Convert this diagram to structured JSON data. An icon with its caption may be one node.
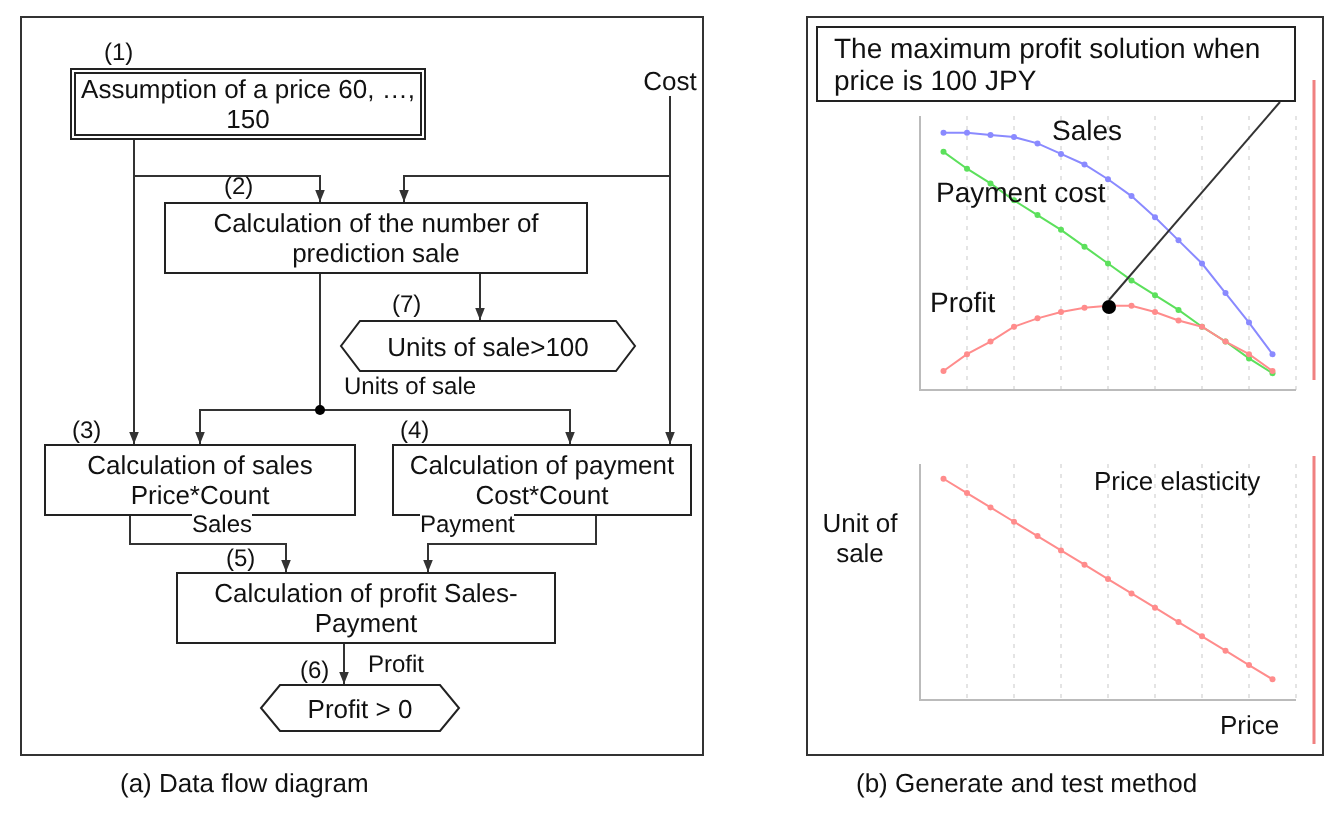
{
  "diagram": {
    "nodes": [
      {
        "text": [
          "Assumption of a price 60, …, 150"
        ],
        "beside": [
          "(1)"
        ]
      },
      {
        "text": [
          "Cost"
        ]
      },
      {
        "text": [
          "Calculation of the number of prediction sale"
        ],
        "beside": [
          "(2)"
        ]
      },
      {
        "text": [
          "Units of sale>100"
        ],
        "beside": [
          "(7)"
        ]
      },
      {
        "text": [
          "Calculation of sales Price*Count"
        ],
        "beside": [
          "(3)"
        ]
      },
      {
        "text": [
          "Calculation of payment Cost*Count"
        ],
        "beside": [
          "(4)"
        ]
      },
      {
        "text": [
          "Calculation of profit Sales-Payment"
        ],
        "beside": [
          "(5)"
        ]
      },
      {
        "text": [
          "Profit > 0"
        ],
        "beside": [
          "(6)"
        ]
      },
      {
        "text": [
          "The maximum profit solution when price is 100 JPY"
        ]
      },
      {
        "text": [],
        "shape": "circle"
      }
    ],
    "edges": [
      {
        "from": 0,
        "to": 2,
        "arrow": "to"
      },
      {
        "from": 0,
        "to": 4,
        "arrow": "to"
      },
      {
        "from": 1,
        "to": 2,
        "arrow": "to"
      },
      {
        "from": 1,
        "to": 5,
        "arrow": "to"
      },
      {
        "from": 2,
        "to": 3,
        "arrow": "to"
      },
      {
        "from": 2,
        "to": 4,
        "arrow": "to",
        "label": "Units of sale"
      },
      {
        "from": 2,
        "to": 5,
        "arrow": "to"
      },
      {
        "from": 4,
        "to": 6,
        "arrow": "to",
        "label": "Sales"
      },
      {
        "from": 5,
        "to": 6,
        "arrow": "to",
        "label": "Payment"
      },
      {
        "from": 6,
        "to": 7,
        "arrow": "to",
        "label": "Profit"
      },
      {
        "from": 8,
        "to": 9,
        "arrow": "none"
      }
    ],
    "labels": [
      "Sales",
      "Payment cost",
      "Profit",
      "Unit of sale",
      "Price elasticity",
      "Price",
      "(a) Data flow diagram",
      "(b) Generate and test method"
    ]
  }
}
